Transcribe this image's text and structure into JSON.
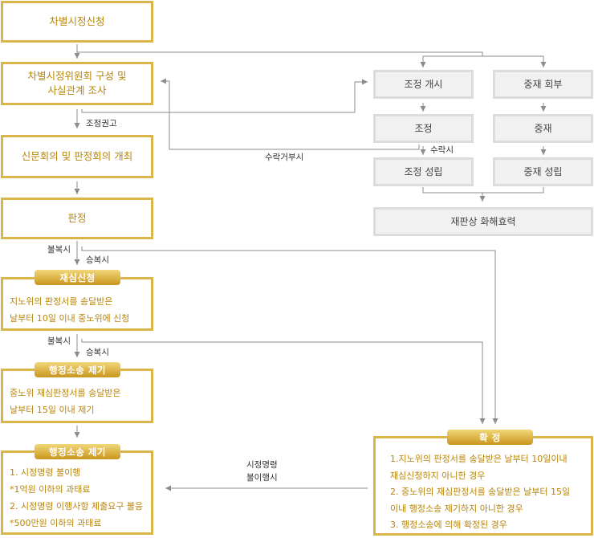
{
  "left": {
    "apply": "차별시정신청",
    "committee": [
      "차별시정위원회 구성 및",
      "사실관계 조사"
    ],
    "hearing": "신문회의 및 판정회의 개최",
    "judgment": "판정",
    "reexam_pill": "재심신청",
    "reexam_lines": [
      "지노위의 판정서를 송달받은",
      "날부터 10일 이내 중노위에 신청"
    ],
    "suit1_pill": "행정소송 제기",
    "suit1_lines": [
      "중노위 재심판정서를 송달받은",
      "날부터 15일 이내 제기"
    ],
    "suit2_pill": "행정소송 제기",
    "suit2_lines": [
      "1. 시정명령 불이행",
      "*1억원 이하의 과태료",
      "2. 시정명령 이행사항 제출요구 불응",
      "*500만원 이하의 과태료"
    ]
  },
  "right": {
    "mediation_start": "조정 개시",
    "arbitration_request": "중재 회부",
    "mediation": "조정",
    "arbitration": "중재",
    "mediation_done": "조정 성립",
    "arbitration_done": "중재 성립",
    "settlement": "재판상 화해효력",
    "final_pill": "확 정",
    "final_lines": [
      "1.지노위의 판정서를 송달받은 날부터 10일이내",
      "재심신청하지 아니한 경우",
      "2. 중노위의 재심판정서를 송달받은 날부터 15일",
      "이내 행정소송 제기하지 아니한 경우",
      "3. 행정소송에 의해 확정된 경우"
    ]
  },
  "labels": {
    "recommend": "조정권고",
    "refuse": "수락거부시",
    "accept": "수락시",
    "dissent1": "불복시",
    "accept1": "승복시",
    "dissent2": "불복시",
    "accept2": "승복시",
    "noncompliance": [
      "시정명령",
      "불이행시"
    ]
  },
  "colors": {
    "gold_border": "#d9b54a",
    "gold_text": "#b8860b",
    "gray_border": "#dcdcdc",
    "gray_fill": "#f1f1f1",
    "line": "#8c8c8c"
  }
}
